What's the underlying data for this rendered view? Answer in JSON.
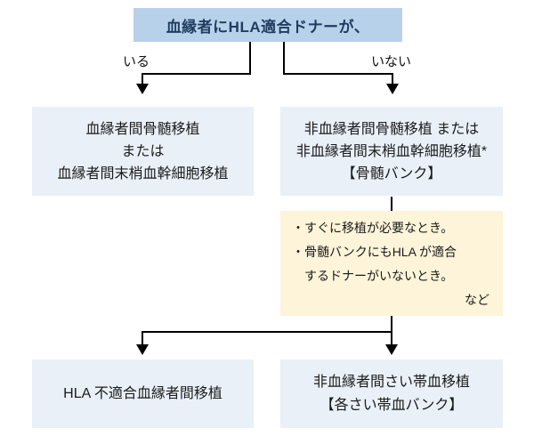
{
  "colors": {
    "root_bg": "#b8d1ea",
    "root_text": "#1f3c61",
    "option_box_bg": "#e9f0f8",
    "note_box_bg": "#fdf4d9",
    "line": "#000000"
  },
  "root": {
    "label": "血縁者にHLA適合ドナーが、"
  },
  "branch": {
    "yes": "いる",
    "no": "いない"
  },
  "related_box": {
    "line1": "血縁者間骨髄移植",
    "line2": "または",
    "line3": "血縁者間末梢血幹細胞移植"
  },
  "unrelated_box": {
    "line1": "非血縁者間骨髄移植 または",
    "line2": "非血縁者間末梢血幹細胞移植*",
    "line3": "【骨髄バンク】"
  },
  "note_box": {
    "line1": "・すぐに移植が必要なとき。",
    "line2": "・骨髄バンクにもHLA が適合",
    "line3": "　するドナーがいないとき。",
    "suffix": "など"
  },
  "haplo_box": {
    "line1": "HLA 不適合血縁者間移植"
  },
  "cord_box": {
    "line1": "非血縁者間さい帯血移植",
    "line2": "【各さい帯血バンク】"
  }
}
